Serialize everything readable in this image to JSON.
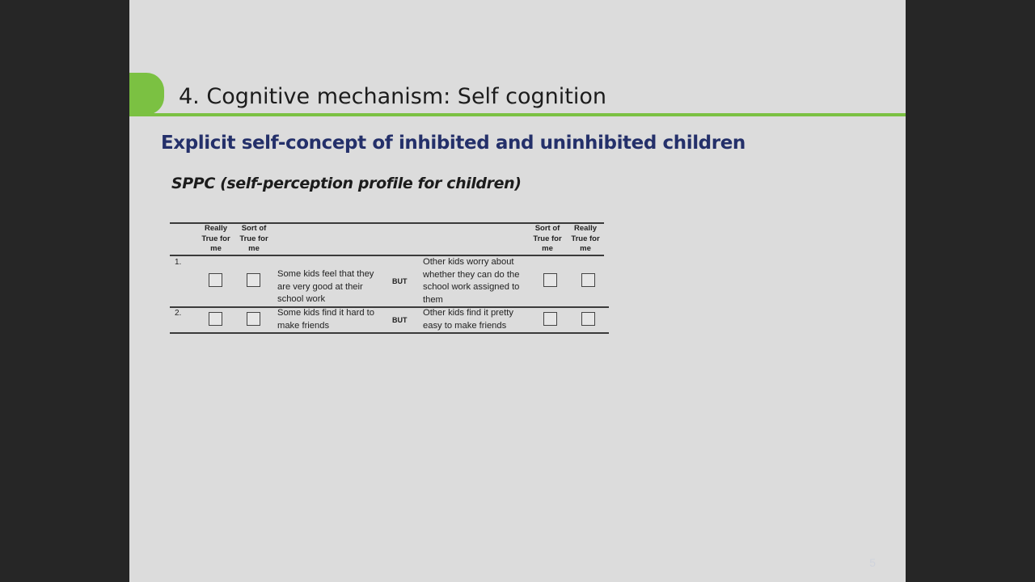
{
  "slide": {
    "title": "4. Cognitive mechanism: Self cognition",
    "subtitle": "Explicit self-concept of inhibited and uninhibited children",
    "instrument": "SPPC (self-perception profile for children)",
    "page_number": "5",
    "colors": {
      "background": "#dcdcdc",
      "accent_green": "#7bc142",
      "subtitle_blue": "#24306a",
      "frame": "#262626"
    }
  },
  "questionnaire": {
    "headers": {
      "really_true_left": "Really True for me",
      "sort_of_true_left": "Sort of True for me",
      "sort_of_true_right": "Sort of True for me",
      "really_true_right": "Really True for me"
    },
    "items": [
      {
        "number": "1.",
        "left_statement": "Some kids feel that they are very good at their school work",
        "connector": "BUT",
        "right_statement": "Other kids worry about whether they can do the school work assigned to them"
      },
      {
        "number": "2.",
        "left_statement": "Some kids find it hard to make friends",
        "connector": "BUT",
        "right_statement": "Other kids find it pretty easy to make friends"
      }
    ]
  }
}
